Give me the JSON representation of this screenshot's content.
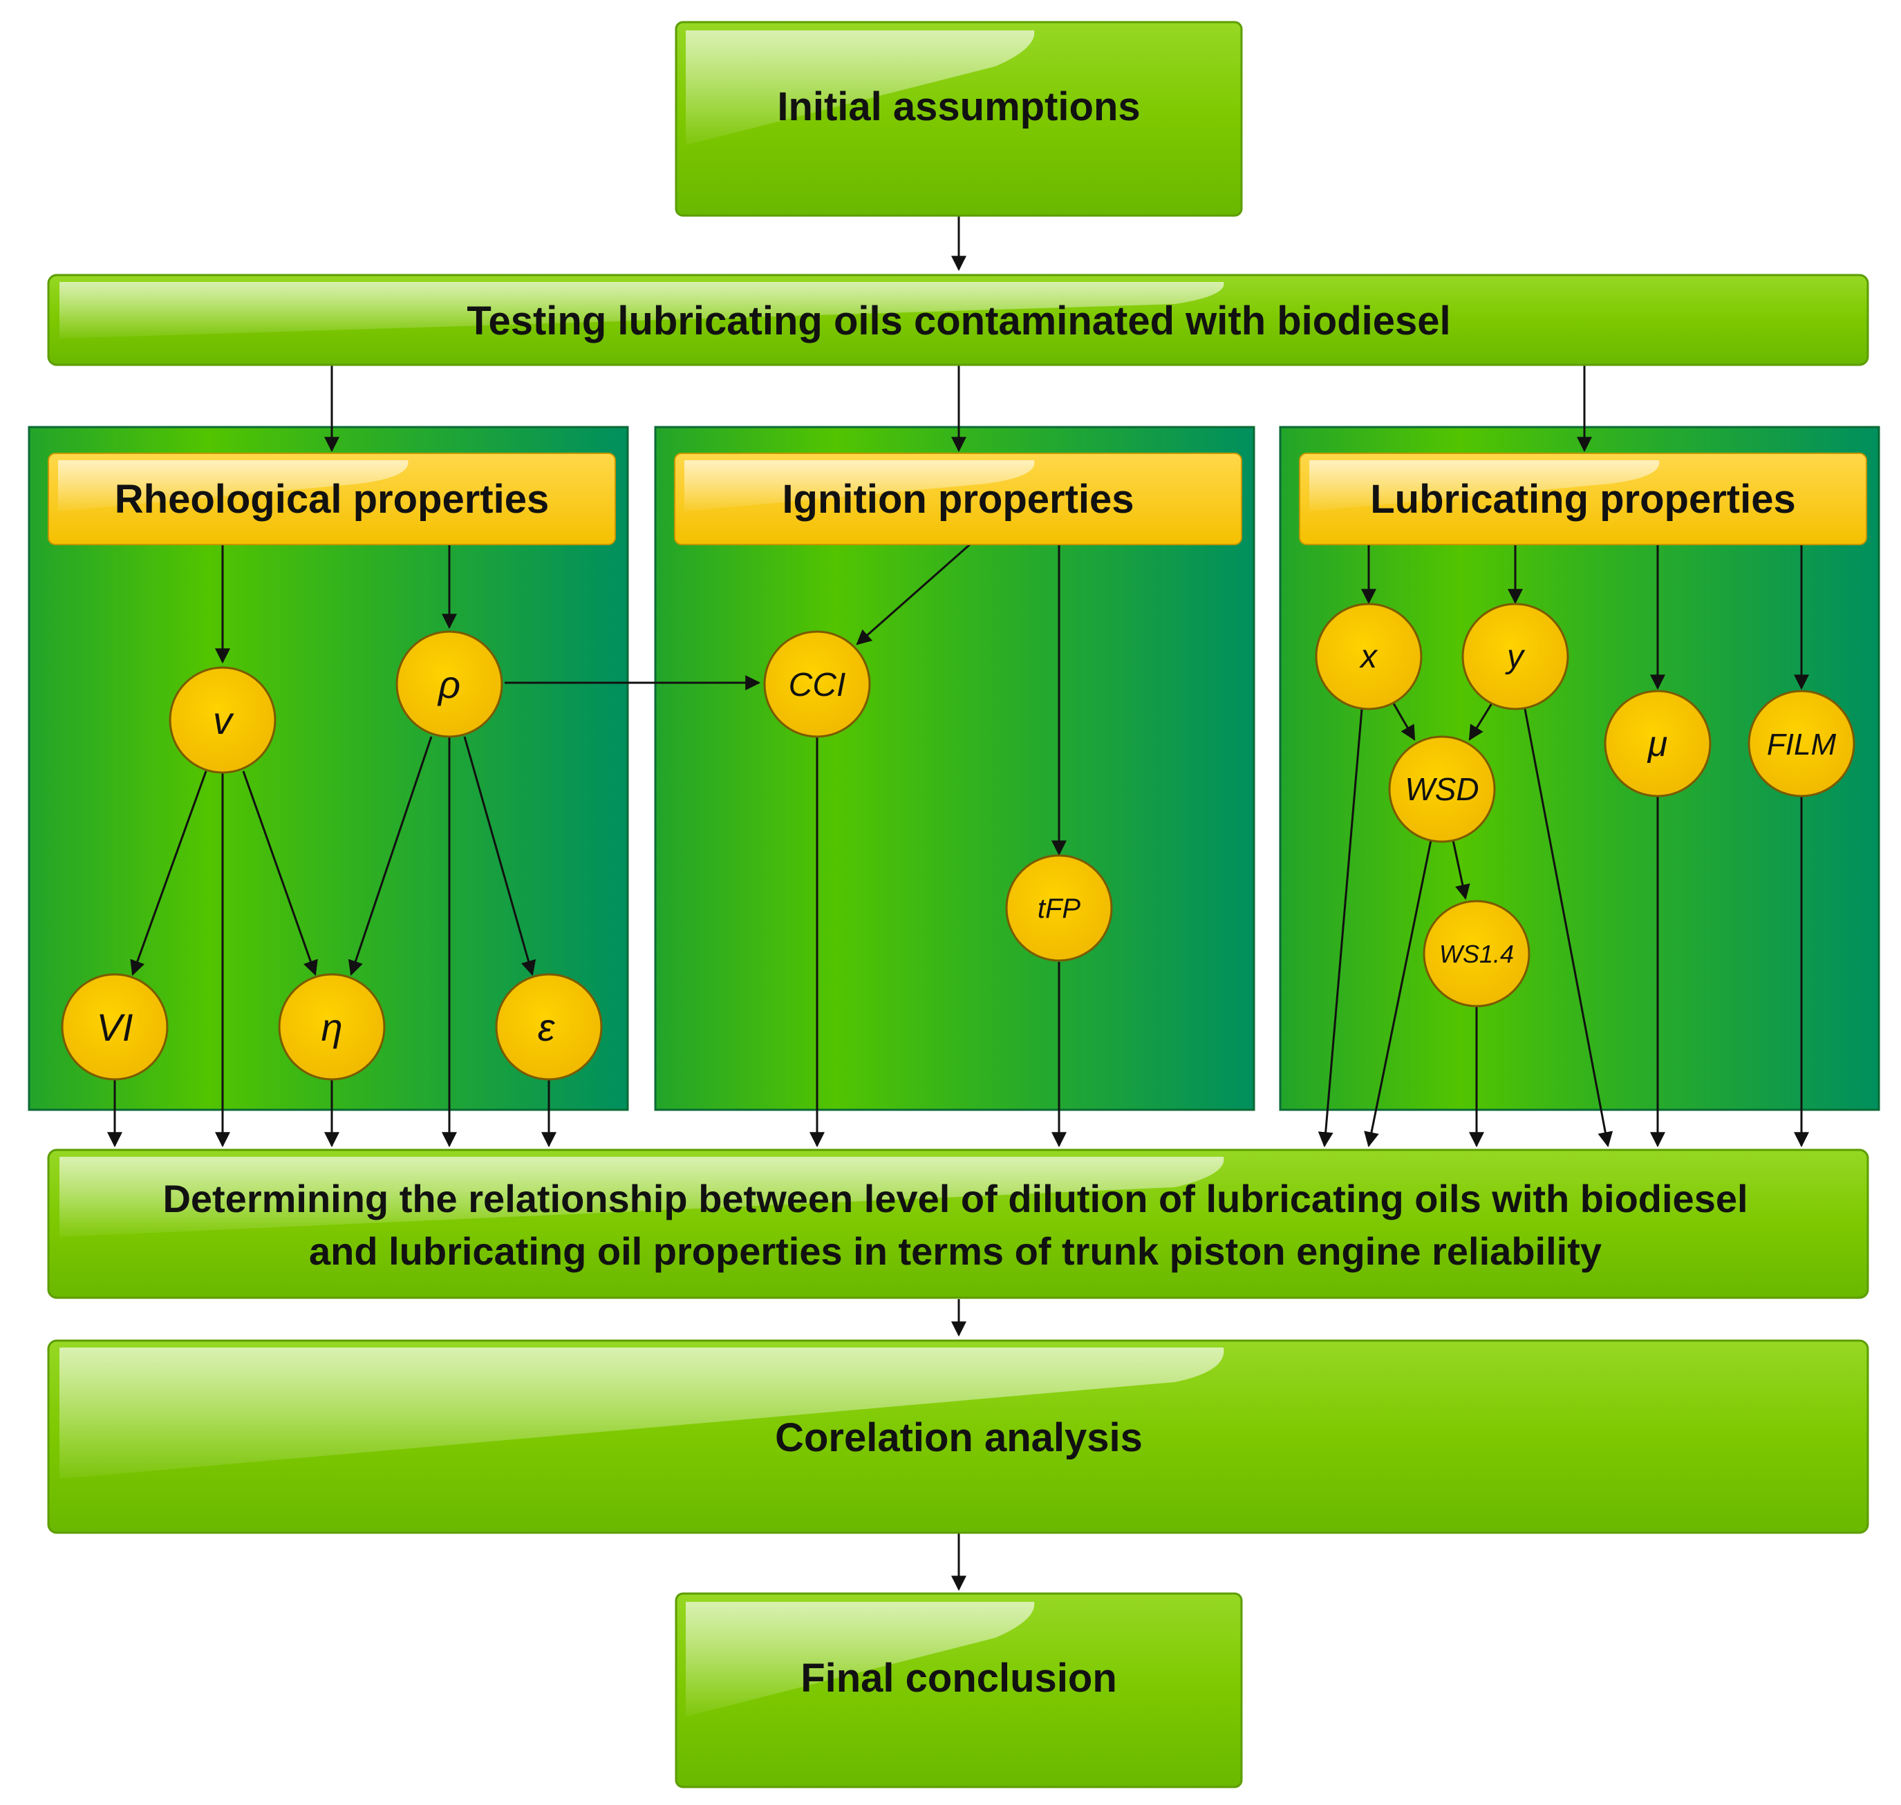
{
  "boxes": {
    "initial": "Initial assumptions",
    "testing": "Testing lubricating oils contaminated with biodiesel",
    "determining_line1": "Determining the relationship between level of dilution of lubricating oils with biodiesel",
    "determining_line2": "and lubricating oil properties in terms of trunk piston engine reliability",
    "correlation": "Corelation analysis",
    "final": "Final conclusion"
  },
  "groups": {
    "rheological": "Rheological properties",
    "ignition": "Ignition properties",
    "lubricating": "Lubricating properties"
  },
  "nodes": {
    "v": "v",
    "rho": "ρ",
    "vi": "VI",
    "eta": "η",
    "eps": "ε",
    "cci": "CCI",
    "tfp": "tFP",
    "x": "x",
    "y": "y",
    "wsd": "WSD",
    "ws14": "WS1.4",
    "mu": "μ",
    "film": "FILM"
  },
  "colors": {
    "green_box": "#7dc800",
    "green_box_dark": "#5fa300",
    "panel_green": "#33b800",
    "panel_teal": "#009a5c",
    "yellow": "#ffcc00",
    "yellow_border": "#8a6a00",
    "arrow": "#111111"
  },
  "edges": [
    [
      "initial",
      "testing"
    ],
    [
      "testing",
      "rheological"
    ],
    [
      "testing",
      "ignition"
    ],
    [
      "testing",
      "lubricating"
    ],
    [
      "rheological",
      "v"
    ],
    [
      "rheological",
      "rho"
    ],
    [
      "v",
      "vi"
    ],
    [
      "v",
      "eta"
    ],
    [
      "rho",
      "eta"
    ],
    [
      "rho",
      "eps"
    ],
    [
      "rho",
      "cci"
    ],
    [
      "ignition",
      "cci"
    ],
    [
      "ignition",
      "tfp"
    ],
    [
      "lubricating",
      "x"
    ],
    [
      "lubricating",
      "y"
    ],
    [
      "lubricating",
      "mu"
    ],
    [
      "lubricating",
      "film"
    ],
    [
      "x",
      "wsd"
    ],
    [
      "y",
      "wsd"
    ],
    [
      "wsd",
      "ws14"
    ],
    [
      "vi",
      "determining"
    ],
    [
      "v",
      "determining"
    ],
    [
      "eta",
      "determining"
    ],
    [
      "rho",
      "determining"
    ],
    [
      "eps",
      "determining"
    ],
    [
      "cci",
      "determining"
    ],
    [
      "tfp",
      "determining"
    ],
    [
      "x",
      "determining"
    ],
    [
      "wsd",
      "determining"
    ],
    [
      "ws14",
      "determining"
    ],
    [
      "y",
      "determining"
    ],
    [
      "mu",
      "determining"
    ],
    [
      "film",
      "determining"
    ],
    [
      "determining",
      "correlation"
    ],
    [
      "correlation",
      "final"
    ]
  ]
}
